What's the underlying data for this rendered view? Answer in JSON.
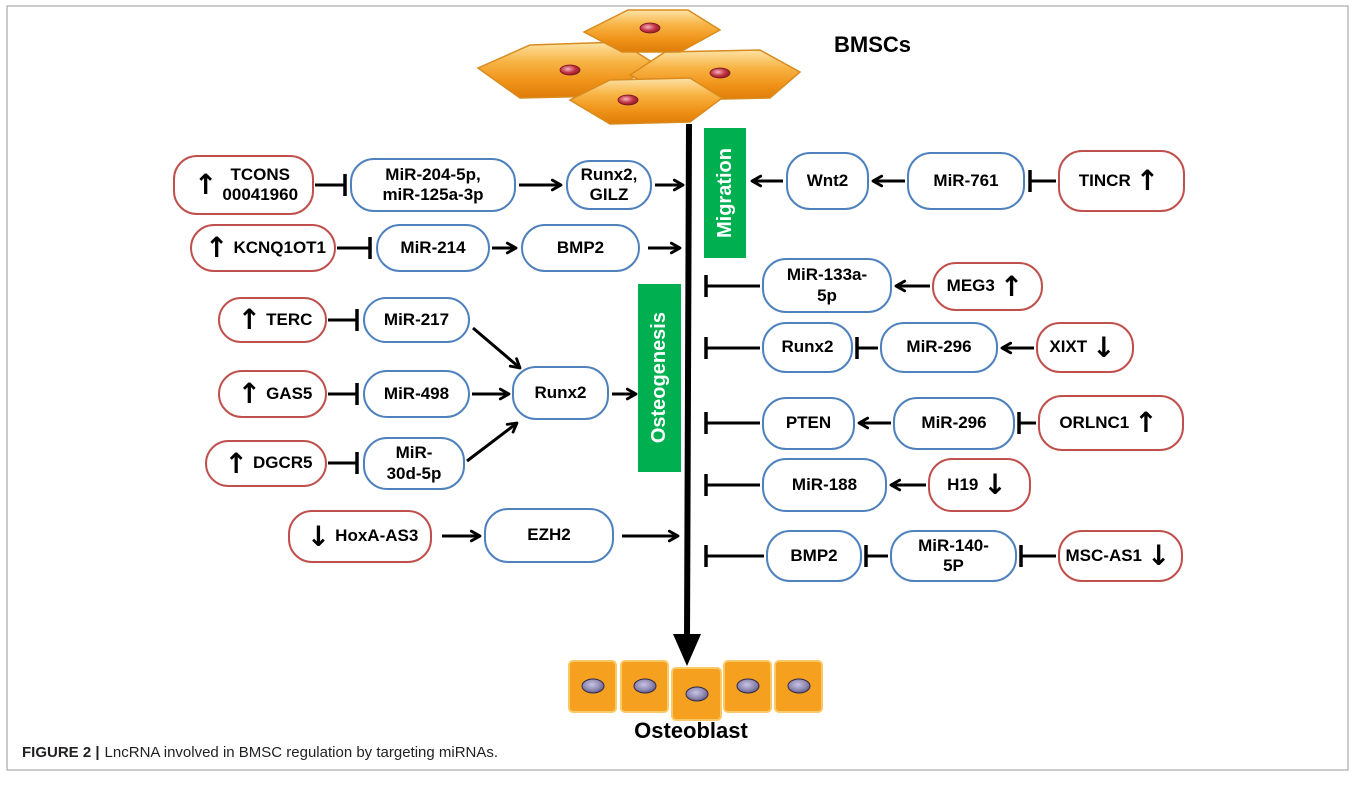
{
  "figure": {
    "source_cells_label": "BMSCs",
    "target_cells_label": "Osteoblast",
    "migration_label": "Migration",
    "osteogenesis_label": "Osteogenesis",
    "caption": {
      "prefix": "FIGURE 2 |",
      "text": "LncRNA involved in BMSC regulation by targeting miRNAs."
    }
  },
  "colors": {
    "lncrna_border": "#c0504d",
    "target_border": "#4f81bd",
    "process_label_fill": "#00b050",
    "cell_fill": "#f5a01e",
    "connector": "#000000"
  },
  "left": {
    "tcons": {
      "lines": [
        "TCONS",
        "00041960"
      ],
      "trend": "↑"
    },
    "mir204_mir125a": {
      "lines": [
        "MiR-204-5p,",
        "miR-125a-3p"
      ]
    },
    "runx2_gilz": {
      "lines": [
        "Runx2,",
        "GILZ"
      ]
    },
    "kcnq1ot1": {
      "label": "KCNQ1OT1",
      "trend": "↑"
    },
    "mir214": {
      "label": "MiR-214"
    },
    "bmp2": {
      "label": "BMP2"
    },
    "terc": {
      "label": "TERC",
      "trend": "↑"
    },
    "mir217": {
      "label": "MiR-217"
    },
    "gas5": {
      "label": "GAS5",
      "trend": "↑"
    },
    "mir498": {
      "label": "MiR-498"
    },
    "dgcr5": {
      "label": "DGCR5",
      "trend": "↑"
    },
    "mir30d": {
      "lines": [
        "MiR-",
        "30d-5p"
      ]
    },
    "runx2": {
      "label": "Runx2"
    },
    "hoxa_as3": {
      "label": "HoxA-AS3",
      "trend": "↓"
    },
    "ezh2": {
      "label": "EZH2"
    }
  },
  "right": {
    "tincr": {
      "label": "TINCR",
      "trend": "↑"
    },
    "mir761": {
      "label": "MiR-761"
    },
    "wnt2": {
      "label": "Wnt2"
    },
    "meg3": {
      "label": "MEG3",
      "trend": "↑"
    },
    "mir133a": {
      "lines": [
        "MiR-133a-",
        "5p"
      ]
    },
    "xixt": {
      "label": "XIXT",
      "trend": "↓"
    },
    "mir296_runx2": {
      "label": "MiR-296"
    },
    "runx2": {
      "label": "Runx2"
    },
    "orlnc1": {
      "label": "ORLNC1",
      "trend": "↑"
    },
    "mir296_pten": {
      "label": "MiR-296"
    },
    "pten": {
      "label": "PTEN"
    },
    "h19": {
      "label": "H19",
      "trend": "↓"
    },
    "mir188": {
      "label": "MiR-188"
    },
    "msc_as1": {
      "label": "MSC-AS1",
      "trend": "↓"
    },
    "mir140": {
      "lines": [
        "MiR-140-",
        "5P"
      ]
    },
    "bmp2": {
      "label": "BMP2"
    }
  }
}
